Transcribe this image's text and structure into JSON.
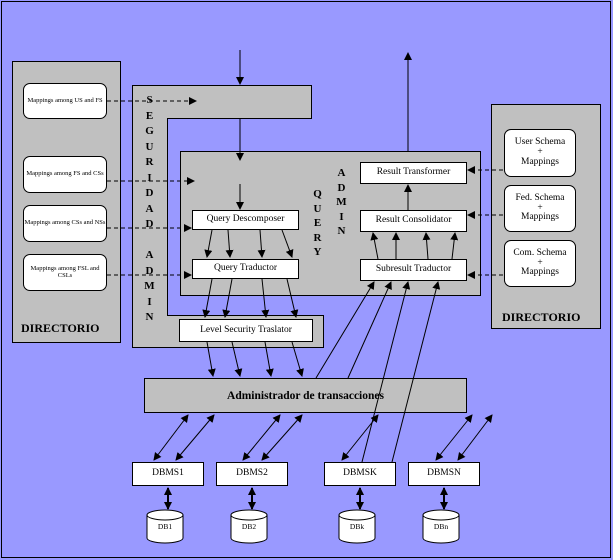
{
  "left_directory": {
    "title": "DIRECTORIO",
    "mappings": [
      "Mappings among US and FS",
      "Mappings among FS and CSs",
      "Mappings among CSs and NSs",
      "Mappings among FSL and CSLs"
    ]
  },
  "right_directory": {
    "title": "DIRECTORIO",
    "schemas": [
      {
        "name": "User Schema",
        "plus": "+",
        "mappings": "Mappings"
      },
      {
        "name": "Fed. Schema",
        "plus": "+",
        "mappings": "Mappings"
      },
      {
        "name": "Com. Schema",
        "plus": "+",
        "mappings": "Mappings"
      }
    ]
  },
  "security_admin": {
    "letters": [
      "S",
      "E",
      "G",
      "U",
      "R",
      "I",
      "D",
      "A",
      "D",
      " ",
      "A",
      "D",
      "M",
      "I",
      "N"
    ]
  },
  "query_admin": {
    "query_letters": [
      "Q",
      "U",
      "E",
      "R",
      "Y"
    ],
    "admin_letters": [
      "A",
      "D",
      "M",
      "I",
      "N"
    ]
  },
  "modules": {
    "query_decomposer": "Query Descomposer",
    "query_traductor": "Query Traductor",
    "result_transformer": "Result Transformer",
    "result_consolidator": "Result Consolidator",
    "subresult_traductor": "Subresult Traductor",
    "level_security": "Level Security Traslator",
    "transaction_admin": "Administrador de transacciones"
  },
  "dbms": [
    "DBMS1",
    "DBMS2",
    "DBMSK",
    "DBMSN"
  ],
  "databases": [
    "DB1",
    "DB2",
    "DBk",
    "DBn"
  ],
  "colors": {
    "background": "#9999ff",
    "panel": "#c0c0c0",
    "box": "#ffffff"
  }
}
